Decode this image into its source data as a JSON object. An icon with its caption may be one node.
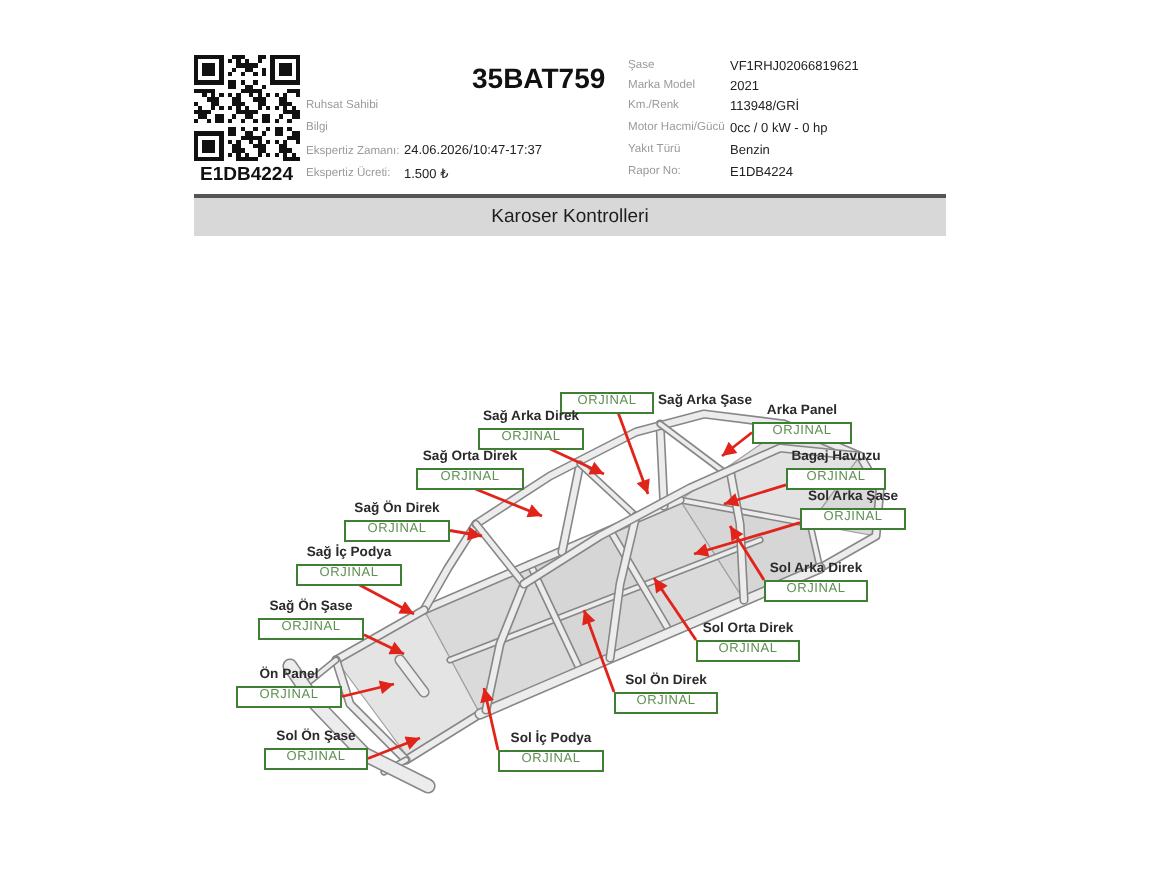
{
  "diagram": {
    "nodes": [
      {
        "text": [
          "Karoser Kontrolleri"
        ]
      },
      {
        "text": [
          "ORJİNAL",
          "Sağ Arka Şase"
        ]
      },
      {
        "text": [
          "Sağ Arka Direk",
          "ORJİNAL"
        ]
      },
      {
        "text": [
          "Arka Panel",
          "ORJİNAL"
        ]
      },
      {
        "text": [
          "Sağ Orta Direk",
          "ORJİNAL"
        ]
      },
      {
        "text": [
          "Bagaj Havuzu",
          "ORJİNAL"
        ]
      },
      {
        "text": [
          "Sol Arka Şase",
          "ORJİNAL"
        ]
      },
      {
        "text": [
          "Sağ Ön Direk",
          "ORJİNAL"
        ]
      },
      {
        "text": [
          "Sağ İç Podya",
          "ORJİNAL"
        ]
      },
      {
        "text": [
          "Sol Arka Direk",
          "ORJİNAL"
        ]
      },
      {
        "text": [
          "Sağ Ön Şase",
          "ORJİNAL"
        ]
      },
      {
        "text": [
          "Sol Orta Direk",
          "ORJİNAL"
        ]
      },
      {
        "text": [
          "Ön Panel",
          "ORJİNAL"
        ]
      },
      {
        "text": [
          "Sol Ön Direk",
          "ORJİNAL"
        ]
      },
      {
        "text": [
          "Sol Ön Şase",
          "ORJİNAL"
        ]
      },
      {
        "text": [
          "Sol İç Podya",
          "ORJİNAL"
        ]
      }
    ],
    "edges": [
      {
        "from": 1,
        "to": null,
        "arrow": "to"
      },
      {
        "from": 2,
        "to": null,
        "arrow": "to"
      },
      {
        "from": 3,
        "to": null,
        "arrow": "to"
      },
      {
        "from": 4,
        "to": null,
        "arrow": "to"
      },
      {
        "from": 5,
        "to": null,
        "arrow": "to"
      },
      {
        "from": 6,
        "to": null,
        "arrow": "to"
      },
      {
        "from": 7,
        "to": null,
        "arrow": "to"
      },
      {
        "from": 8,
        "to": null,
        "arrow": "to"
      },
      {
        "from": 9,
        "to": null,
        "arrow": "to"
      },
      {
        "from": 10,
        "to": null,
        "arrow": "to"
      },
      {
        "from": 11,
        "to": null,
        "arrow": "to"
      },
      {
        "from": 12,
        "to": null,
        "arrow": "to"
      },
      {
        "from": 13,
        "to": null,
        "arrow": "to"
      },
      {
        "from": 14,
        "to": null,
        "arrow": "to"
      },
      {
        "from": 15,
        "to": null,
        "arrow": "to"
      }
    ],
    "labels": [
      "35BAT759",
      "Ruhsat Sahibi",
      "Bilgi",
      "Ekspertiz Zamanı:",
      "24.06.2026/10:47-17:37",
      "E1DB4224",
      "Ekspertiz Ücreti:",
      "1.500 ₺",
      "Şase",
      "VF1RHJ02066819621",
      "Marka Model",
      "2021",
      "Km./Renk",
      "113948/GRİ",
      "Motor Hacmi/Gücü",
      "0cc / 0 kW - 0 hp",
      "Yakıt Türü",
      "Benzin",
      "Rapor No:",
      "E1DB4224"
    ]
  }
}
